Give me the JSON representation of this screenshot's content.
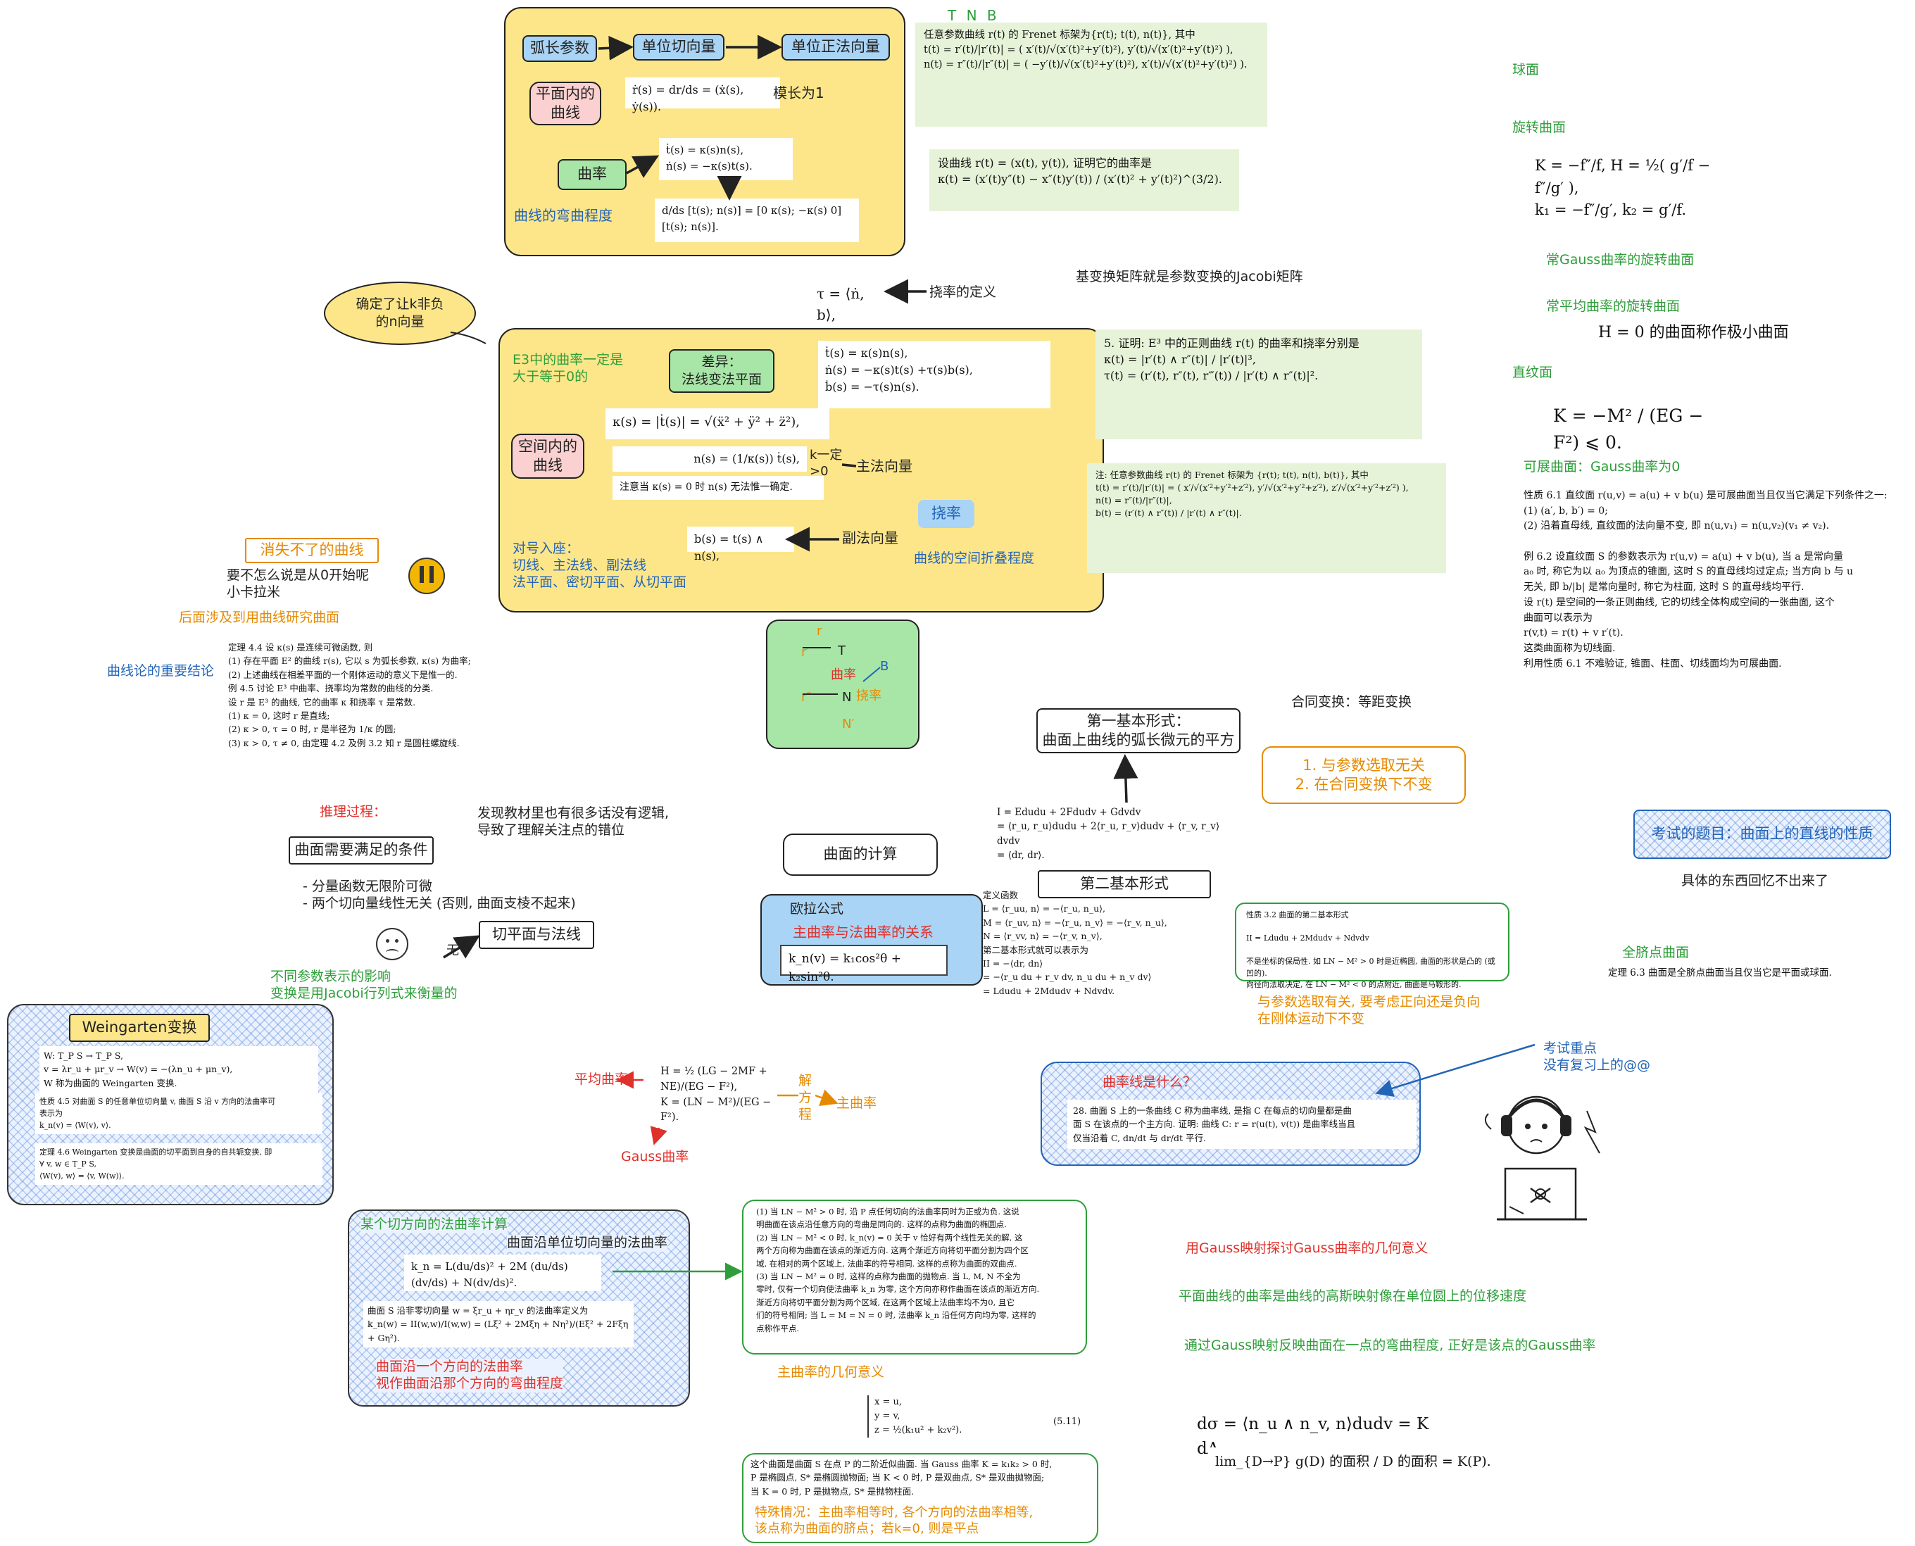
{
  "box1": {
    "arc_param": "弧长参数",
    "unit_tangent": "单位切向量",
    "unit_normal": "单位正法向量",
    "plane_curve": "平面内的\n曲线",
    "unit_length": "模长为1",
    "curvature": "曲率",
    "bending_degree": "曲线的弯曲程度",
    "r_dot_formula": "ṙ(s) = dr/ds = (ẋ(s), ẏ(s)).",
    "frenet2d": "ṫ(s) =        κ(s)n(s),\nṅ(s) = −κ(s)t(s).",
    "matrix": "d/ds [t(s); n(s)] = [0  κ(s); −κ(s)  0] [t(s); n(s)]."
  },
  "tnb": "T N B",
  "frenet_plane": "任意参数曲线 r(t) 的 Frenet 标架为{r(t); t(t), n(t)}, 其中\nt(t) = r′(t)/|r′(t)| = ( x′(t)/√(x′(t)²+y′(t)²), y′(t)/√(x′(t)²+y′(t)²) ),\nn(t) = r″(t)/|r″(t)| = ( −y′(t)/√(x′(t)²+y′(t)²), x′(t)/√(x′(t)²+y′(t)²) ).",
  "curvature_proof": "设曲线 r(t) = (x(t), y(t)), 证明它的曲率是\nκ(t) = (x′(t)y″(t) − x″(t)y′(t)) / (x′(t)² + y′(t)²)^(3/2).",
  "torsion_def": {
    "formula": "τ = ⟨ṅ, b⟩,",
    "label": "挠率的定义"
  },
  "jacobi_note": "基变换矩阵就是参数变换的Jacobi矩阵",
  "right_col": {
    "sphere": "球面",
    "rotation": "旋转曲面",
    "rotation_formula": "K = −f″/f,   H = ½( g′/f − f″/g′ ),\nk₁ = −f″/g′,   k₂ = g′/f.",
    "const_gauss": "常Gauss曲率的旋转曲面",
    "const_mean": "常平均曲率的旋转曲面",
    "minimal": "H = 0 的曲面称作极小曲面",
    "ruled": "直纹面",
    "ruled_formula": "K = −M² / (EG − F²) ⩽ 0.",
    "developable": "可展曲面：Gauss曲率为0",
    "prop61": "性质 6.1   直纹面 r(u,v) = a(u) + v b(u) 是可展曲面当且仅当它满足下列条件之一:\n(1) (a′, b, b′) = 0;\n(2) 沿着直母线, 直纹面的法向量不变, 即 n(u,v₁) = n(u,v₂)(v₁ ≠ v₂).\n\n例 6.2   设直纹面 S 的参数表示为 r(u,v) = a(u) + v b(u), 当 a 是常向量\na₀ 时, 称它为以 a₀ 为顶点的锥面, 这时 S 的直母线均过定点; 当方向 b 与 u\n无关, 即 b/|b| 是常向量时, 称它为柱面, 这时 S 的直母线均平行.\n    设 r(t) 是空间的一条正则曲线, 它的切线全体构成空间的一张曲面, 这个\n曲面可以表示为\n                    r(v,t) = r(t) + v r′(t).\n这类曲面称为切线面.\n    利用性质 6.1 不难验证, 锥面、柱面、切线面均为可展曲面.",
    "exam_topic": "考试的题目：曲面上的直线的性质",
    "cant_recall": "具体的东西回忆不出来了",
    "umbilic": "全脐点曲面",
    "prop63": "定理 6.3   曲面是全脐点曲面当且仅当它是平面或球面."
  },
  "bubble": "确定了让k非负\n的n向量",
  "box2": {
    "e3_note": "E3中的曲率一定是\n大于等于0的",
    "diff": "差异：\n法线变法平面",
    "space_curve": "空间内的\n曲线",
    "frenet3d": "ṫ(s) =            κ(s)n(s),\nṅ(s) = −κ(s)t(s)          +τ(s)b(s),\nḃ(s) =                  −τ(s)n(s).",
    "kappa": "κ(s) = |ṫ(s)| = √(ẍ² + ÿ² + z̈²),",
    "n_formula": "n(s) = (1/κ(s)) ṫ(s),",
    "n_note": "注意当 κ(s) = 0 时 n(s) 无法惟一确定.",
    "k_note": "k一定\n>0",
    "principal_normal": "主法向量",
    "torsion": "挠率",
    "b_formula": "b(s) = t(s) ∧ n(s),",
    "binormal": "副法向量",
    "seats": "对号入座：\n切线、主法线、副法线\n法平面、密切平面、从切平面",
    "twist_degree": "曲线的空间折叠程度"
  },
  "space_formula": "5. 证明: E³ 中的正则曲线 r(t) 的曲率和挠率分别是\nκ(t) = |r′(t) ∧ r″(t)| / |r′(t)|³,\nτ(t) = (r′(t), r″(t), r‴(t)) / |r′(t) ∧ r″(t)|².",
  "space_frenet": "注: 任意参数曲线 r(t) 的 Frenet 标架为 {r(t); t(t), n(t), b(t)}, 其中\nt(t) = r′(t)/|r′(t)| = ( x′/√(x′²+y′²+z′²), y′/√(x′²+y′²+z′²), z′/√(x′²+y′²+z′²) ),\nn(t) = r″(t)/|r″(t)|,\nb(t) = (r′(t) ∧ r″(t)) / |r′(t) ∧ r″(t)|.",
  "left_col": {
    "cant_vanish": "消失不了的曲线",
    "kakala": "要不怎么说是从0开始呢\n小卡拉米",
    "later_study": "后面涉及到用曲线研究曲面",
    "important": "曲线论的重要结论",
    "thm44": "定理 4.4   设 κ(s) 是连续可微函数, 则\n(1) 存在平面 E² 的曲线 r(s), 它以 s 为弧长参数, κ(s) 为曲率;\n(2) 上述曲线在相差平面的一个刚体运动的意义下是惟一的.\n例 4.5   讨论 E³ 中曲率、挠率均为常数的曲线的分类.\n设 r 是 E³ 的曲线, 它的曲率 κ 和挠率 τ 是常数.\n(1) κ = 0, 这时 r 是直线;\n(2) κ > 0, τ = 0 时, r 是半径为 1/κ 的圆;\n(3) κ > 0, τ ≠ 0, 由定理 4.2 及例 3.2 知 r 是圆柱螺旋线.",
    "reasoning": "推理过程：",
    "found": "发现教材里也有很多话没有逻辑,\n导致了理解关注点的错位",
    "surface_cond": "曲面需要满足的条件",
    "conditions": "- 分量函数无限阶可微\n- 两个切向量线性无关 (否则, 曲面支棱不起来)",
    "none": "无",
    "tangent_plane": "切平面与法线",
    "param_effect": "不同参数表示的影响\n   变换是用Jacobi行列式来衡量的"
  },
  "green_sketch": {
    "r": "r",
    "r1": "r′",
    "T": "T",
    "curv": "曲率",
    "B": "B",
    "r2": "r″",
    "N": "N",
    "twist": "挠率",
    "N1": "N′"
  },
  "middle": {
    "first_form": "第一基本形式：\n曲面上曲线的弧长微元的平方",
    "congruence": "合同变换：等距变换",
    "first_form_formula": "I = Edudu + 2Fdudv + Gdvdv\n  = ⟨r_u, r_u⟩dudu + 2⟨r_u, r_v⟩dudv + ⟨r_v, r_v⟩dvdv\n  = ⟨dr, dr⟩.",
    "invariants": "1. 与参数选取无关\n2. 在合同变换下不变",
    "surface_calc": "曲面的计算",
    "second_form": "第二基本形式",
    "second_form_formula": "定义函数\n          L = ⟨r_uu, n⟩ = −⟨r_u, n_u⟩,\n          M = ⟨r_uv, n⟩ = −⟨r_u, n_v⟩ = −⟨r_v, n_u⟩,\n          N = ⟨r_vv, n⟩ = −⟨r_v, n_v⟩,\n第二基本形式就可以表示为\n          II = −⟨dr, dn⟩\n              = −⟨r_u du + r_v dv, n_u du + n_v dv⟩\n              = Ldudu + 2Mdudv + Ndvdv.",
    "prop32": "性质 3.2    曲面的第二基本形式\n\n                    II = Ldudu + 2Mdudv + Ndvdv\n\n不是坐标的保局性. 如 LN − M² > 0 时是近椭圆, 曲面的形状是凸的 (或凹的).\n向径向法取决定, 在 LN − M² < 0 的点附近, 曲面是马鞍形的.",
    "param_dep": "与参数选取有关, 要考虑正向还是负向\n在刚体运动下不变",
    "euler": "欧拉公式",
    "euler_rel": "主曲率与法曲率的关系",
    "euler_formula": "k_n(v) = k₁cos²θ + k₂sin²θ.",
    "mean_curv": "平均曲率",
    "gauss_curv": "Gauss曲率",
    "HK_formula": "H = ½ (LG − 2MF + NE)/(EG − F²),\nK = (LN − M²)/(EG − F²).",
    "solve": "解\n方\n程",
    "principal": "主曲率",
    "exam_key": "考试重点\n没有复习上的@@",
    "curvature_line": "曲率线是什么？",
    "ex28": "28. 曲面 S 上的一条曲线 C 称为曲率线, 是指 C 在每点的切向量都是曲\n面 S 在该点的一个主方向. 证明: 曲线 C: r = r(u(t), v(t)) 是曲率线当且\n仅当沿着 C, dn/dt 与 dr/dt 平行."
  },
  "weingarten": {
    "title": "Weingarten变换",
    "def": "W:          T_P S → T_P S,\n     v = λr_u + μr_v → W(v) = −(λn_u + μn_v),\nW 称为曲面的 Weingarten 变换.",
    "prop45": "性质 4.5   对曲面 S 的任意单位切向量 v, 曲面 S 沿 v 方向的法曲率可\n表示为\n                    k_n(v) = ⟨W(v), v⟩.",
    "thm46": "定理 4.6   Weingarten 变换是曲面的切平面到自身的自共轭变换, 即\n∀ v, w ∈ T_P S,\n                    ⟨W(v), w⟩ = ⟨v, W(w)⟩."
  },
  "normal_box": {
    "title": "某个切方向的法曲率计算",
    "subtitle": "曲面沿单位切向量的法曲率",
    "kn_formula": "k_n = L(du/ds)² + 2M (du/ds)(dv/ds) + N(dv/ds)².",
    "nonzero": "曲面 S 沿非零切向量 w = ξr_u + ηr_v 的法曲率定义为\nk_n(w) = II(w,w)/I(w,w) = (Lξ² + 2Mξη + Nη²)/(Eξ² + 2Fξη + Gη²).",
    "meaning": "曲面沿一个方向的法曲率\n视作曲面沿那个方向的弯曲程度"
  },
  "geo_box": {
    "text": "(1) 当 LN − M² > 0 时, 沿 P 点任何切向的法曲率同时为正或为负. 这说\n明曲面在该点沿任意方向的弯曲是同向的. 这样的点称为曲面的椭圆点.\n(2) 当 LN − M² < 0 时, k_n(v) = 0 关于 v 恰好有两个线性无关的解, 这\n两个方向称为曲面在该点的渐近方向. 这两个渐近方向将切平面分割为四个区\n域, 在相对的两个区域上, 法曲率的符号相同. 这样的点称为曲面的双曲点.\n(3) 当 LN − M² = 0 时, 这样的点称为曲面的抛物点. 当 L, M, N 不全为\n零时, 仅有一个切向使法曲率 k_n 为零, 这个方向亦称作曲面在该点的渐近方向.\n渐近方向将切平面分割为两个区域, 在这两个区域上法曲率均不为0, 且它\n们的符号相同; 当 L = M = N = 0 时, 法曲率 k_n 沿任何方向均为零, 这样的\n点称作平点.",
    "geo_meaning": "主曲率的几何意义",
    "eq511": "x = u,\ny = v,\nz = ½(k₁u² + k₂v²).",
    "eq_no": "(5.11)"
  },
  "bottom": {
    "text": "这个曲面是曲面 S 在点 P 的二阶近似曲面. 当 Gauss 曲率 K = k₁k₂ > 0 时,\nP 是椭圆点, S* 是椭圆抛物面; 当 K < 0 时, P 是双曲点, S* 是双曲抛物面;\n当 K = 0 时, P 是抛物点, S* 是抛物柱面.",
    "special": "特殊情况：主曲率相等时, 各个方向的法曲率相等,\n该点称为曲面的脐点；若k=0, 则是平点"
  },
  "gauss_map": {
    "title": "用Gauss映射探讨Gauss曲率的几何意义",
    "plane_curve": "平面曲线的曲率是曲线的高斯映射像在单位圆上的位移速度",
    "reflect": "通过Gauss映射反映曲面在一点的弯曲程度, 正好是该点的Gauss曲率",
    "dsigma": "dσ = ⟨n_u ∧ n_v, n⟩dudv = K dA,",
    "limit": "lim_{D→P} g(D) 的面积 / D 的面积 = K(P)."
  },
  "colors": {
    "yellow_box": "#fde68a",
    "light_green": "#e7f3d8",
    "blue_node": "#a9d4f5",
    "pink_node": "#fbd0d0",
    "green_node": "#a8e6a8",
    "green_text": "#2e9e3a",
    "orange_text": "#e58a00",
    "red_text": "#e0302a",
    "blue_text": "#2264b8"
  }
}
